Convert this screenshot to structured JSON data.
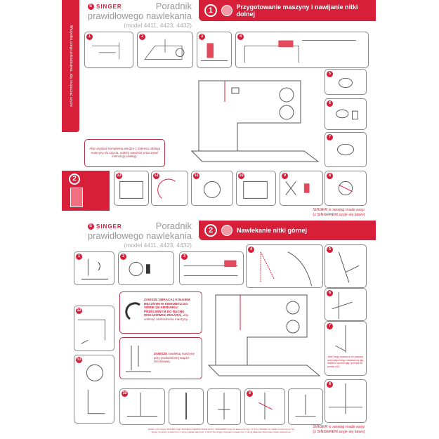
{
  "sidebar_text": "Wszystko czego potrzebujesz, aby rozpocząć szycie",
  "brand": "SINGER",
  "title_line1": "Poradnik",
  "title_line2": "prawidłowego nawlekania",
  "model": "(model 4411, 4423, 4432)",
  "section1": {
    "number": "1",
    "title": "Przygotowanie maszyny i nawijanie nitki dolnej"
  },
  "section2": {
    "number": "2",
    "title": "Nawlekanie nitki górnej"
  },
  "big_step_number": "2",
  "manual_note": "Aby uzyskać kompletną wiedzę z zakresu obsługi maszyny do szycia, należy uważnie przeczytać instrukcję obsługi.",
  "note_handwheel": {
    "strong": "ZAWSZE OBRACAJ KOŁKIEM RĘCZNYM W KIERUNKU DO SIEBIE (W KIERUNKU PRZECIWNYM DO RUCHU WSKAZÓWEK ZEGARA)",
    "rest": ", aby uniknąć uszkodzenia maszyny."
  },
  "note_presser": {
    "strong": "ZAWSZE",
    "rest": " nawlekaj maszynę przy podniesionej stopce dociskowej."
  },
  "note_threader": "Jeśli Twoja maszyna nie posiada automatycznego nawlekacza igły, nawlecz ręcznie igłę i przejdź do punktu #10",
  "slogan": "SINGER is sewing made easy.",
  "slogan_tm": "TM",
  "slogan_pl": "(z SINGEREM szyje się łatwo)",
  "legal": "Marka i wzór kapsy SINGER, hasło SINGER is SEWING MADE EASY i SINGEREM szyje się łatwo oraz logo „S” firmy SINGER są znakami towarowymi The Singer Company Limited S.à r.l. lub jej spółek zależnych. © 2013 The Singer Company Limited S.à r.l. lub jej afiliantów. Wszystkie prawa zastrzeżone.",
  "top_steps": [
    "1",
    "2",
    "3",
    "4",
    "5",
    "6",
    "7",
    "8",
    "9",
    "10",
    "11",
    "12",
    "13"
  ],
  "bottom_steps": [
    "1",
    "2",
    "3",
    "4",
    "5",
    "6",
    "7",
    "8",
    "9",
    "10",
    "11",
    "12",
    "13"
  ],
  "colors": {
    "accent": "#d71f3a"
  }
}
